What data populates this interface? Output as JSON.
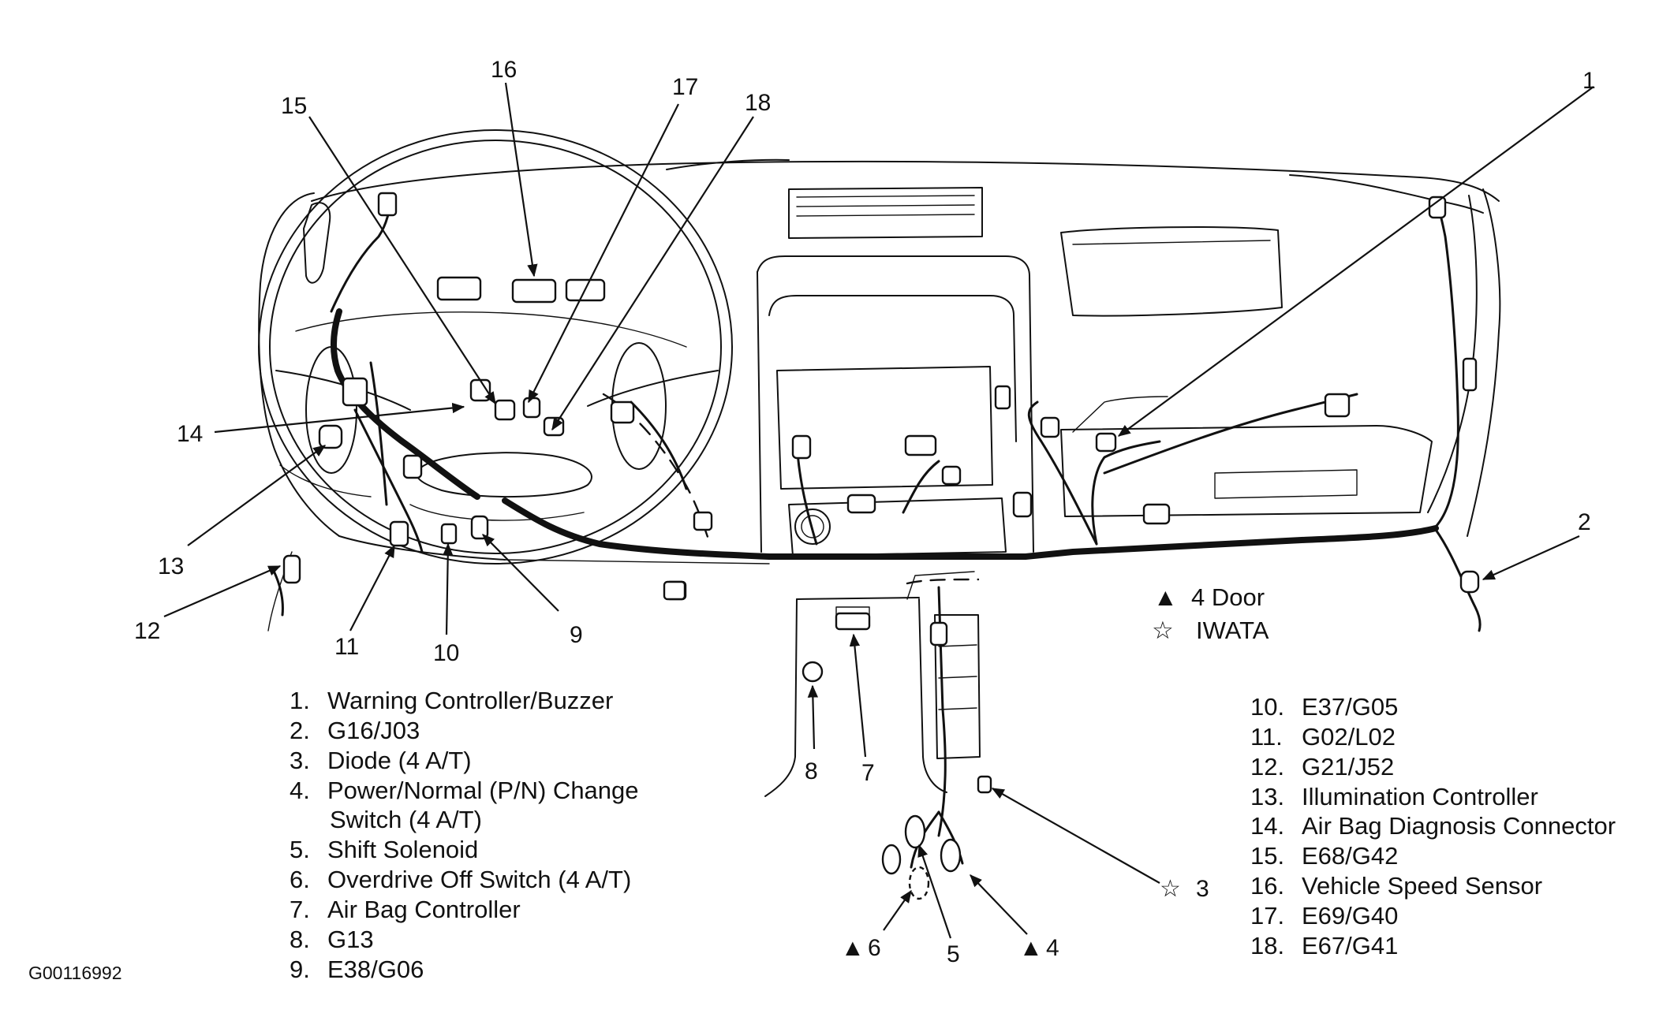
{
  "reference_code": "G00116992",
  "symbol_key": [
    {
      "symbol": "▲",
      "text": "4 Door"
    },
    {
      "symbol": "☆",
      "text": "IWATA"
    }
  ],
  "callouts": {
    "c1": "1",
    "c2": "2",
    "c3": "3",
    "c4": "4",
    "c5": "5",
    "c6": "6",
    "c7": "7",
    "c8": "8",
    "c9": "9",
    "c10": "10",
    "c11": "11",
    "c12": "12",
    "c13": "13",
    "c14": "14",
    "c15": "15",
    "c16": "16",
    "c17": "17",
    "c18": "18"
  },
  "callout_symbols": {
    "c3": "☆",
    "c4": "▲",
    "c6": "▲"
  },
  "legend_left": [
    {
      "num": "1.",
      "text": "Warning Controller/Buzzer"
    },
    {
      "num": "2.",
      "text": "G16/J03"
    },
    {
      "num": "3.",
      "text": "Diode (4 A/T)"
    },
    {
      "num": "4.",
      "text": "Power/Normal (P/N) Change"
    },
    {
      "num": "",
      "text": "Switch (4 A/T)"
    },
    {
      "num": "5.",
      "text": "Shift Solenoid"
    },
    {
      "num": "6.",
      "text": "Overdrive Off Switch (4 A/T)"
    },
    {
      "num": "7.",
      "text": "Air Bag Controller"
    },
    {
      "num": "8.",
      "text": "G13"
    },
    {
      "num": "9.",
      "text": "E38/G06"
    }
  ],
  "legend_right": [
    {
      "num": "10.",
      "text": "E37/G05"
    },
    {
      "num": "11.",
      "text": "G02/L02"
    },
    {
      "num": "12.",
      "text": "G21/J52"
    },
    {
      "num": "13.",
      "text": "Illumination Controller"
    },
    {
      "num": "14.",
      "text": "Air Bag Diagnosis Connector"
    },
    {
      "num": "15.",
      "text": "E68/G42"
    },
    {
      "num": "16.",
      "text": "Vehicle Speed Sensor"
    },
    {
      "num": "17.",
      "text": "E69/G40"
    },
    {
      "num": "18.",
      "text": "E67/G41"
    }
  ]
}
